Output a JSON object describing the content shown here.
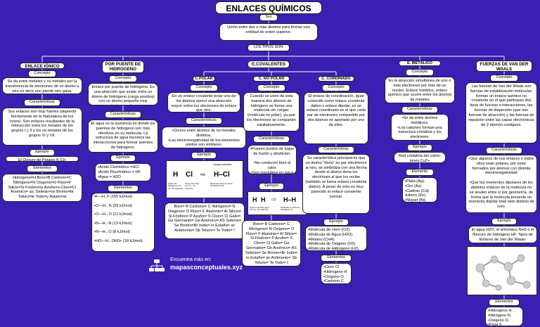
{
  "title": "ENLACES QUÍMICOS",
  "son": "Son",
  "definicion": "Unión entre dos o más átomos para formar una entidad de orden superior.",
  "tipos_son": "LOS TIPOS SON:",
  "ionico": {
    "header": "ENLACE IÓNICO",
    "concepto_lbl": "Concepto",
    "concepto": "Se da entre metales y no metales por la transferencia de electrones de un átomo a otro es decir uno pierde otro gana.",
    "caract_lbl": "Características",
    "caract": "Sus enlaces son muy fuertes (depende fuertemente de la Naturaleza de los iones). Son enlaces resultantes de la interacción entre los metales de los grupos I y II y los no metales de los grupos VI y VII.",
    "ejemplo_lbl": "Ejemplo",
    "ejemplo": "El Cloruro de Potasio K-Cl+",
    "elementos_lbl": "Elementos",
    "elementos": "Hidrogeno=H,Boro=B Carbono=C Nitrógeno=N Oxigeno=O Flúor=F Silicio=Si Fósforo=p Azufre=s Cloro=Cl Arsénico= as, Selenio=se Bromo=br Teluro=te Yodo=y Astato=at"
  },
  "hidrogeno": {
    "header": "POR PUENTE DE HIDROGENO",
    "concepto_lbl": "Concepto",
    "concepto": "Enlace por puente de hidrógeno. Es una atracción que existe entre un átomo de hidrógeno (carga positiva) con un átomo pequeño muy electronegativo.",
    "caract_lbl": "Características",
    "caract": "El agua es la sustancia en donde los puentes de hidrogeno son más efectivos en su molécula. La estructura de agua favorece las interacciones para formar puentes de hidrógeno.",
    "ejemplo_lbl": "Ejemplo",
    "ejemplo": "•Acido Clorhídrico =HCl\n•Acido Fluorhídrico = HF\n•Agua = H2O",
    "elementos_lbl": "Elementos",
    "elementos": "•F—H..F (155 kJ/mol)\n\n•O—H...N (29 kJ/mol)\n\n•O—H...O (21 kJ/mol)\n\n•N—H...N (13 kJ/mol)\n\n•N—H...O (8 kJ/mol)\n\n•HO—H...OH3+ (18 kJ/mol)"
  },
  "covalentes": {
    "header": "E.COVALENTES",
    "polar": {
      "header": "C.POLAR",
      "concepto_lbl": "Concepto",
      "concepto": "En un enlace covalente polar uno de los átomos ejerce una atracción mayor sobre los electrones de enlace que otro.",
      "caract_lbl": "Características",
      "caract": "•Ocurre entre átomos de no metales distintos.\n•Las electronegatividad de los elementos unidos son similares.",
      "ejemplo_lbl": "Ejemplo",
      "img_h": "H",
      "img_cl": "Cl",
      "img_mol": "H–Cl",
      "img_cap1": "Átomo de hidrógeno con 1e⁻ de valencia",
      "img_cap2": "Átomo de cloro con 7e⁻ de valencia",
      "img_cap3": "Molécula polar de ácido clorhídrico HCl",
      "img_cargas": "Cargas parciales",
      "elementos": "Boro= B Carbono= C Nitrógeno= N Oxigeno= O Flúor= F Aluminio= Al Silicio= Si Fósforo= P Azufre= S Cloro= Cl Galio= Ga Germanio= Ge Arsénico= AS Selenio= Se Bromo=Br Indio= In Estaño= sn Antimonio= Sb Telurio= Te Yodo= I"
    },
    "nopolar": {
      "header": "C. NO POLAR",
      "concepto_lbl": "Concepto",
      "concepto": "Cuando se unen de esta manera dos átomos de hidrógeno se forma una molécula sin cargas (molécula no polar), ya que los electrones se comparten equitativamente.",
      "caract_lbl": "Características",
      "caract": "•Poseen puntos de bajos de fusión y ebullición.\n\n•No conducen bien el calor.\n•Son insolubles en agua a diversas temperaturas.",
      "ejemplo_lbl": "Ejemplo",
      "img_h1": "H",
      "img_h2": "H",
      "img_mol": "H–H",
      "img_cap1": "Átomos de hidrógeno con 1e⁻ de valencia",
      "img_cap2": "Molécula no polar de hidrógeno H₂",
      "elementos": "Boro= B Carbono= C Nitrógeno= N Oxigeno= O Flúor= F Aluminio= Al Silicio= Si Fósforo= P Azufre= S Cloro= Cl Galio= Ga Germanio= Ge Arsénico= AS Selenio= Se Bromo=Br Indio= In Estaño= sn Antimonio= Sb Telurio= Te Yodo= I"
    },
    "coordinado": {
      "header": "C. CORDINADO",
      "concepto_lbl": "Concepto",
      "concepto": "El enlace de coordinación, igual conocido como enlace covalente dativo o enlace dipolar, es un enlace coordinado en el que cada par de electrones compartido por dos átomos es aportado por uno de ellos.",
      "caract_lbl": "Características",
      "caract": "Su característica principal es que un átomo \"dona\" su par electrónico al otro, se simboliza con una flecha desde el átomo dona los electrones al que los recibe (también se llama enlace covalente dativo). A pesar de esto es muy parecido al enlace covalente normal.",
      "ejemplo_lbl": "Ejemplo",
      "ejemplo": "•Molécula de cloro (Cl2).\n•Molécula de Agua (H2O).\n•Metano (CH4).\n•Molécula de Oxigeno (O2).\n•Molécula de Hidrógeno (H2).",
      "elementos_lbl": "Elementos",
      "elementos": "•Cloro Cl\n•Hidrogeno H\n•Oxigeno O\n•Carbono C"
    }
  },
  "metalico": {
    "header": "E. METÁLICO",
    "concepto_lbl": "Concepto",
    "concepto": "Es la atracción simultánea de uno o más electrones por más de un núcleo. Enlace metálico, enlace químico que ocurre entre los átomos de metales",
    "caract_lbl": "Características",
    "caract": "•Se da entre átomos metálicos.\n•Los cationes forman una estructura cristalina y los electrones.",
    "ejemplo_lbl": "Ejemplo",
    "ejemplo": "Red cristalina del cobre: iones Cu2+",
    "elementos_lbl": "Elemento",
    "elementos": "•Plata (Ag).\n•Oro (Au).\n•Cadmio (Cd).\n•Hierro (Fe).\n•Níquel (Ni)."
  },
  "vanderwaals": {
    "header": "FUERZAS DE VAN DER WAALS",
    "concepto_lbl": "Concepto",
    "concepto": "Las fuerzas de Van der Waals son fuerzas de estabilización molecular; forman un enlace químico no covalente en el que participan dos tipos de fuerzas o interacciones, las fuerzas de dispersión (que son fuerzas de atracción) y las fuerzas de repulsión entre las capas electrónicas de 2 átomos contiguos.",
    "caract_lbl": "Características",
    "caract": "•Que algunos de sus enlaces o todos ellos sean polares, por estar formados por átomos con distinta electronegatividad\n\n•Que los momentos dipolares de los distintos enlaces de la molécula no se anulen entre sí por geometría, de forma que la molécula presente un momento dipolar total neto distinto de cero.",
    "ejemplo_lbl": "Ejemplo",
    "ejemplo": "El agua H2O, el amoniaco NH3 o el fluoruro de hidrógeno HF. Tipos de Enlaces de Van der Waals:",
    "elementos_lbl": "Elementos",
    "elementos": "•Hidrogeno H.\n•Nitrógeno N.\n•Oxigeno O.\n•Flúor F."
  },
  "watermark": {
    "line1": "Encuentra más en:",
    "line2": "mapasconceptuales.xyz"
  },
  "colors": {
    "background": "#3b1fb3",
    "box": "#ffffff",
    "line": "#ffffff"
  }
}
